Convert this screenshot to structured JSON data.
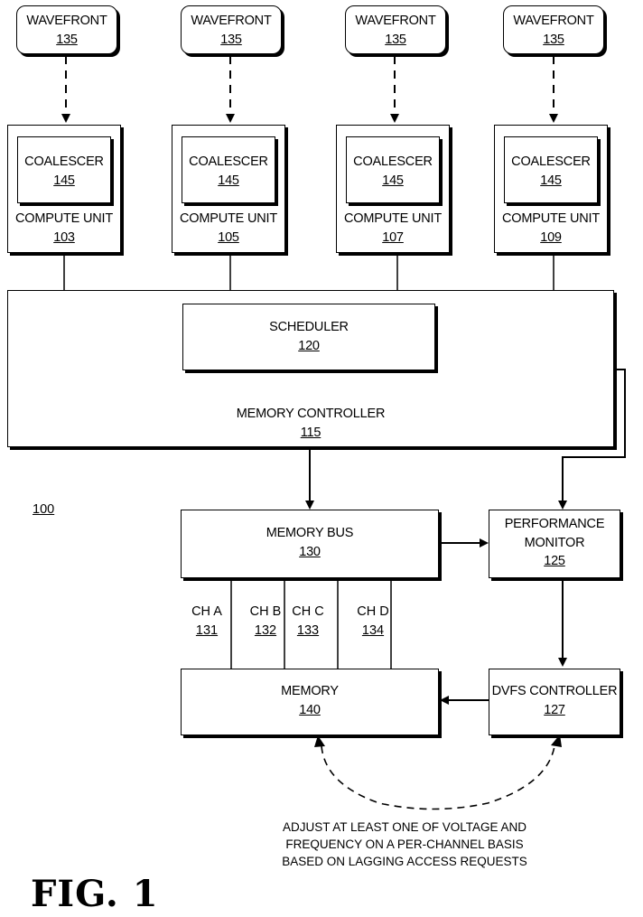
{
  "wavefronts": [
    {
      "label": "WAVEFRONT",
      "ref": "135"
    },
    {
      "label": "WAVEFRONT",
      "ref": "135"
    },
    {
      "label": "WAVEFRONT",
      "ref": "135"
    },
    {
      "label": "WAVEFRONT",
      "ref": "135"
    }
  ],
  "compute_units": [
    {
      "coalescer_label": "COALESCER",
      "coalescer_ref": "145",
      "label": "COMPUTE UNIT",
      "ref": "103"
    },
    {
      "coalescer_label": "COALESCER",
      "coalescer_ref": "145",
      "label": "COMPUTE UNIT",
      "ref": "105"
    },
    {
      "coalescer_label": "COALESCER",
      "coalescer_ref": "145",
      "label": "COMPUTE UNIT",
      "ref": "107"
    },
    {
      "coalescer_label": "COALESCER",
      "coalescer_ref": "145",
      "label": "COMPUTE UNIT",
      "ref": "109"
    }
  ],
  "scheduler": {
    "label": "SCHEDULER",
    "ref": "120"
  },
  "memory_controller": {
    "label": "MEMORY CONTROLLER",
    "ref": "115"
  },
  "system_ref": "100",
  "memory_bus": {
    "label": "MEMORY BUS",
    "ref": "130"
  },
  "performance_monitor": {
    "label_line1": "PERFORMANCE",
    "label_line2": "MONITOR",
    "ref": "125"
  },
  "channels": [
    {
      "label": "CH A",
      "ref": "131"
    },
    {
      "label": "CH B",
      "ref": "132"
    },
    {
      "label": "CH C",
      "ref": "133"
    },
    {
      "label": "CH D",
      "ref": "134"
    }
  ],
  "memory": {
    "label": "MEMORY",
    "ref": "140"
  },
  "dvfs_controller": {
    "label": "DVFS CONTROLLER",
    "ref": "127"
  },
  "annotation": {
    "line1": "ADJUST AT LEAST ONE OF VOLTAGE AND",
    "line2": "FREQUENCY ON A PER-CHANNEL BASIS",
    "line3": "BASED ON LAGGING ACCESS REQUESTS"
  },
  "figure_label": "FIG. 1"
}
